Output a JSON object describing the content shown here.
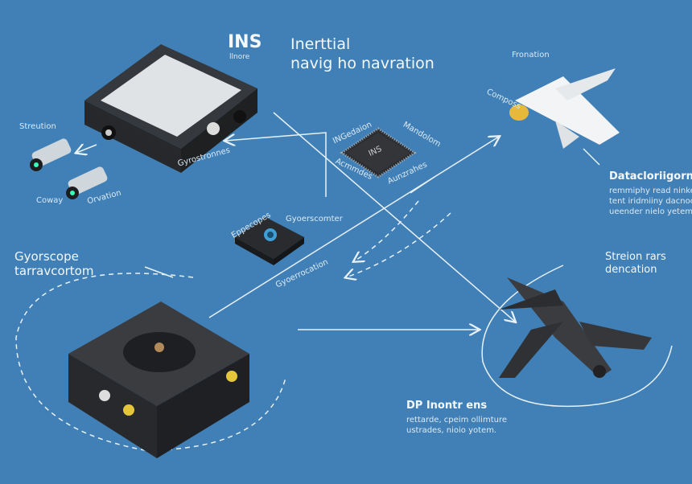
{
  "title": {
    "acronym": "INS",
    "acronym_sub": "llnore",
    "heading_line1": "Inerttial",
    "heading_line2": "navig ho navration"
  },
  "labels": {
    "streution": "Streution",
    "coway": "Coway",
    "orvation": "Orvation",
    "gyrostronnes": "Gyrostronnes",
    "chip_top_left": "INGedaion",
    "chip_top_right": "Mandolom",
    "chip_bottom_left": "Acmmdes",
    "chip_bottom_right": "Aunzrahes",
    "chip_marking": "INS",
    "sensor_left": "Eppecopes",
    "sensor_right": "Gyoerscomter",
    "sensor_bottom": "Gyoerrocation",
    "fronation": "Fronation",
    "compass": "Composs"
  },
  "blocks": {
    "gyroscope": {
      "line1": "Gyorscope",
      "line2": "tarravcortom"
    },
    "streion": {
      "line1": "Streion rars",
      "line2": "dencation"
    },
    "datacloriigorn": {
      "title": "Datacloriigorn",
      "lines": [
        "remmiphy read ninke",
        "tent iridmiiny dacnoc",
        "ueender nielo yetem."
      ]
    },
    "dp": {
      "title": "DP Inontr ens",
      "lines": [
        "rettarde, cpeim ollimture",
        "ustrades, nioio yotem."
      ]
    }
  },
  "colors": {
    "background": "#4180b6",
    "device": "#2e3033",
    "line": "#e8f1f8"
  }
}
